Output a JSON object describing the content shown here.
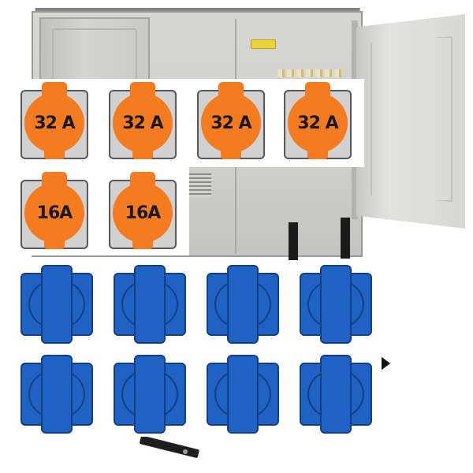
{
  "image": {
    "orange_sockets": {
      "color": "#f47b20",
      "plate_color": "#d1d1d1",
      "row_32a": [
        "32 A",
        "32 A",
        "32 A",
        "32 A"
      ],
      "row_16a": [
        "16A",
        "16A"
      ]
    },
    "blue_sockets": {
      "color": "#1f62c4",
      "count": 8
    },
    "cabinet": {
      "color": "#cfd0cc",
      "label_color": "#e8d43a"
    }
  }
}
